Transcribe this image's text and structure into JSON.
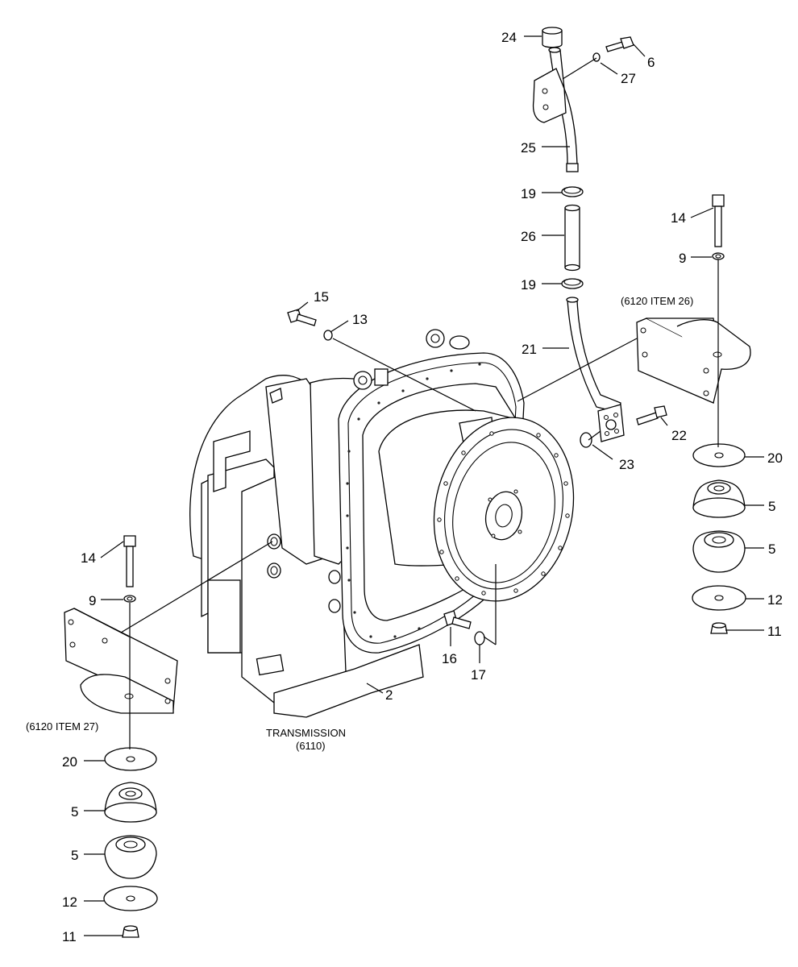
{
  "callouts": {
    "c24": "24",
    "c6": "6",
    "c27": "27",
    "c25": "25",
    "c19a": "19",
    "c26": "26",
    "c19b": "19",
    "c14r": "14",
    "c9r": "9",
    "c15": "15",
    "c13": "13",
    "c21": "21",
    "c22": "22",
    "c23": "23",
    "c20r": "20",
    "c5r1": "5",
    "c5r2": "5",
    "c12r": "12",
    "c11r": "11",
    "c14l": "14",
    "c9l": "9",
    "c16": "16",
    "c17": "17",
    "c2": "2",
    "c20l": "20",
    "c5l1": "5",
    "c5l2": "5",
    "c12l": "12",
    "c11l": "11"
  },
  "captions": {
    "item26": "(6120 ITEM 26)",
    "item27": "(6120 ITEM 27)",
    "transmission": "TRANSMISSION",
    "transmission_ref": "(6110)"
  }
}
